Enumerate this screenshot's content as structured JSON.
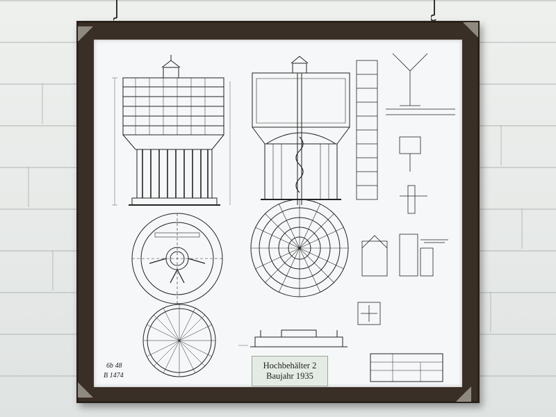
{
  "plaque": {
    "line1": "Hochbehälter 2",
    "line2": "Baujahr 1935"
  },
  "handwritten": {
    "line1": "6b 48",
    "line2": "B 1474"
  }
}
